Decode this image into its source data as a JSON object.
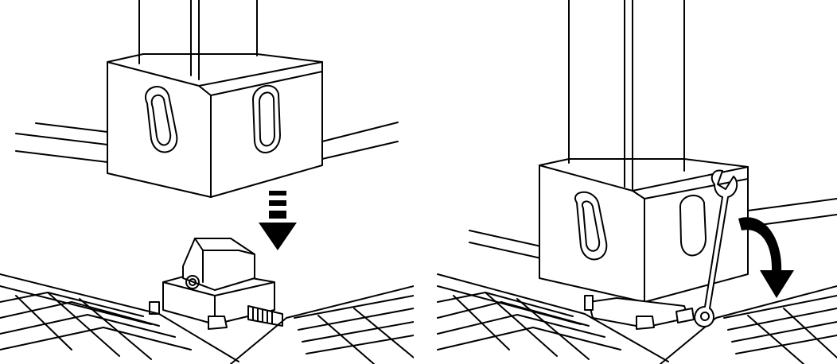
{
  "figure": {
    "panels": [
      {
        "id": "step-1",
        "action": "lower-leg-onto-leveling-foot"
      },
      {
        "id": "step-2",
        "action": "tighten-with-wrench"
      }
    ]
  },
  "icons": {
    "down_arrow": "down-arrow-icon",
    "rotate_arrow": "curved-arrow-icon",
    "wrench": "wrench-icon"
  },
  "colors": {
    "line": "#000000",
    "background": "#ffffff"
  }
}
